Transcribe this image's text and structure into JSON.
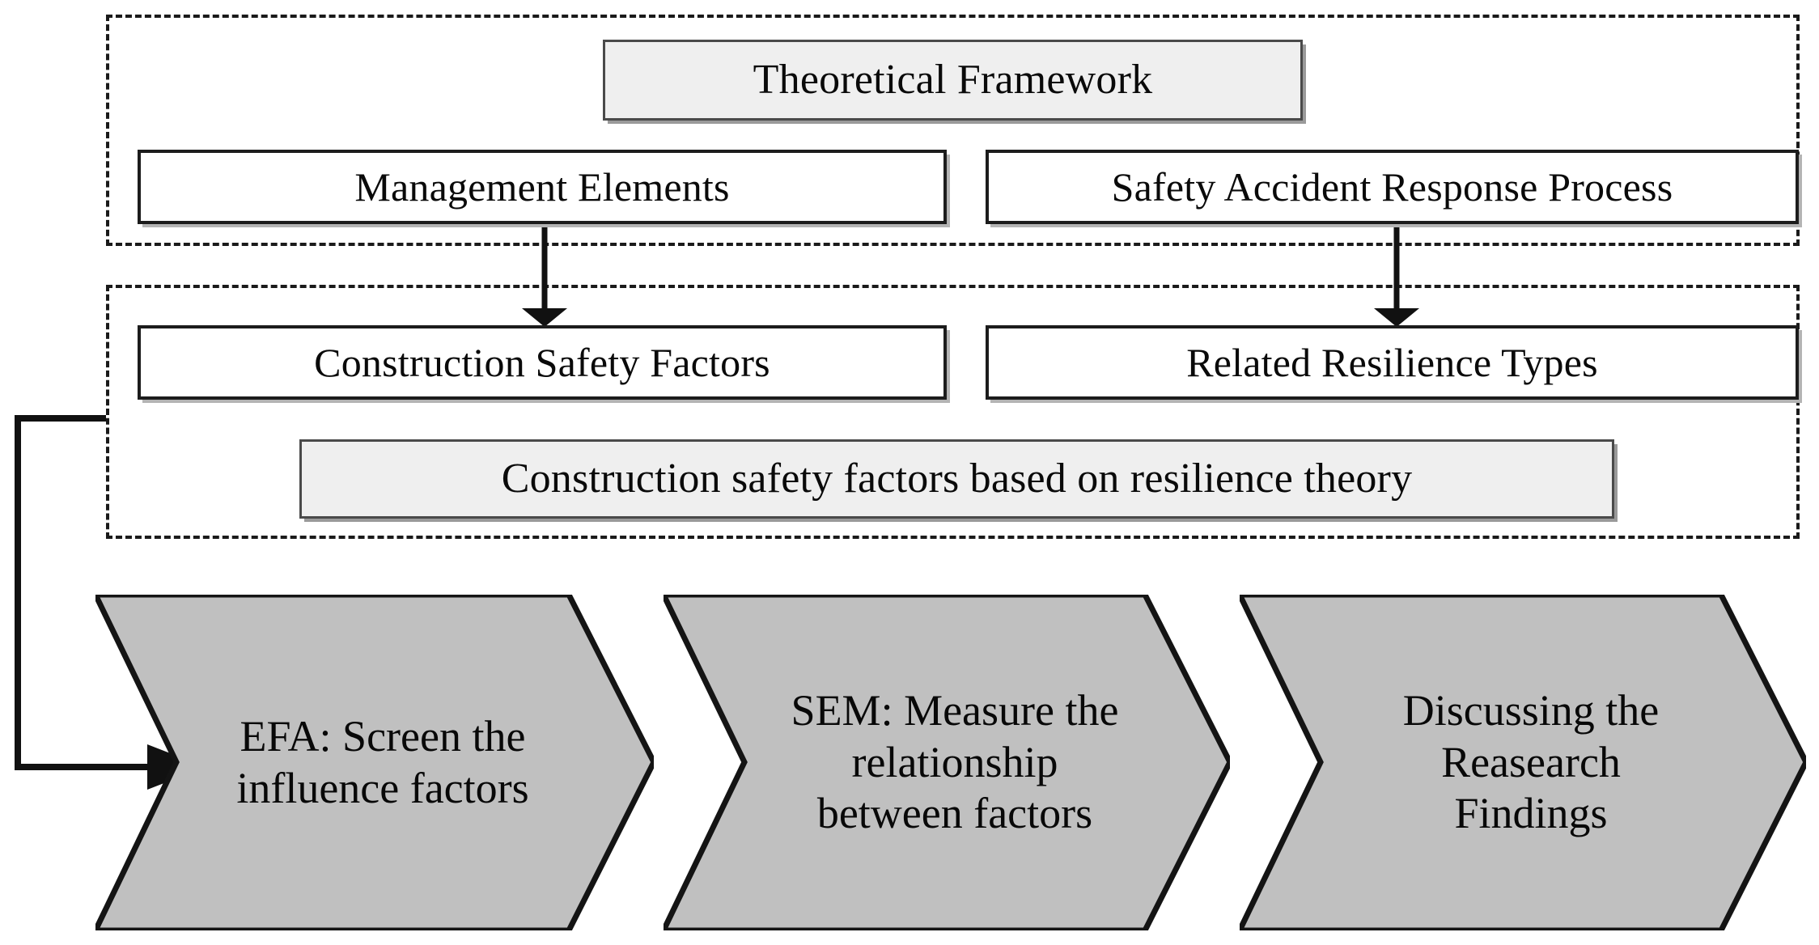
{
  "diagram": {
    "title": "Research framework flowchart",
    "colors": {
      "page_background": "#ffffff",
      "shaded_box_fill": "#efefef",
      "chevron_fill": "#c0c0c0",
      "line_color": "#1a1a1a",
      "shadow_color": "#b4b4b4"
    },
    "groups": [
      {
        "id": "theory-group",
        "label": ""
      },
      {
        "id": "factors-group",
        "label": ""
      }
    ],
    "nodes": {
      "theoretical_framework": "Theoretical Framework",
      "management_elements": "Management Elements",
      "safety_accident_response_process": "Safety Accident Response Process",
      "construction_safety_factors": "Construction Safety Factors",
      "related_resilience_types": "Related Resilience Types",
      "construction_safety_factors_resilience": "Construction safety factors based on resilience theory"
    },
    "process_steps": [
      {
        "id": "efa",
        "line1": "EFA: Screen the",
        "line2": "influence factors",
        "line3": ""
      },
      {
        "id": "sem",
        "line1": "SEM: Measure the",
        "line2": "relationship",
        "line3": "between factors"
      },
      {
        "id": "disc",
        "line1": "Discussing the",
        "line2": "Reasearch",
        "line3": "Findings"
      }
    ],
    "connectors": [
      {
        "id": "management-to-construction-factors",
        "from": "management_elements",
        "to": "construction_safety_factors",
        "style": "solid-arrow-down"
      },
      {
        "id": "response-process-to-resilience-types",
        "from": "safety_accident_response_process",
        "to": "related_resilience_types",
        "style": "solid-arrow-down"
      },
      {
        "id": "factors-group-to-efa",
        "from": "factors-group",
        "to": "efa",
        "style": "solid-elbow-arrow-right"
      }
    ]
  }
}
